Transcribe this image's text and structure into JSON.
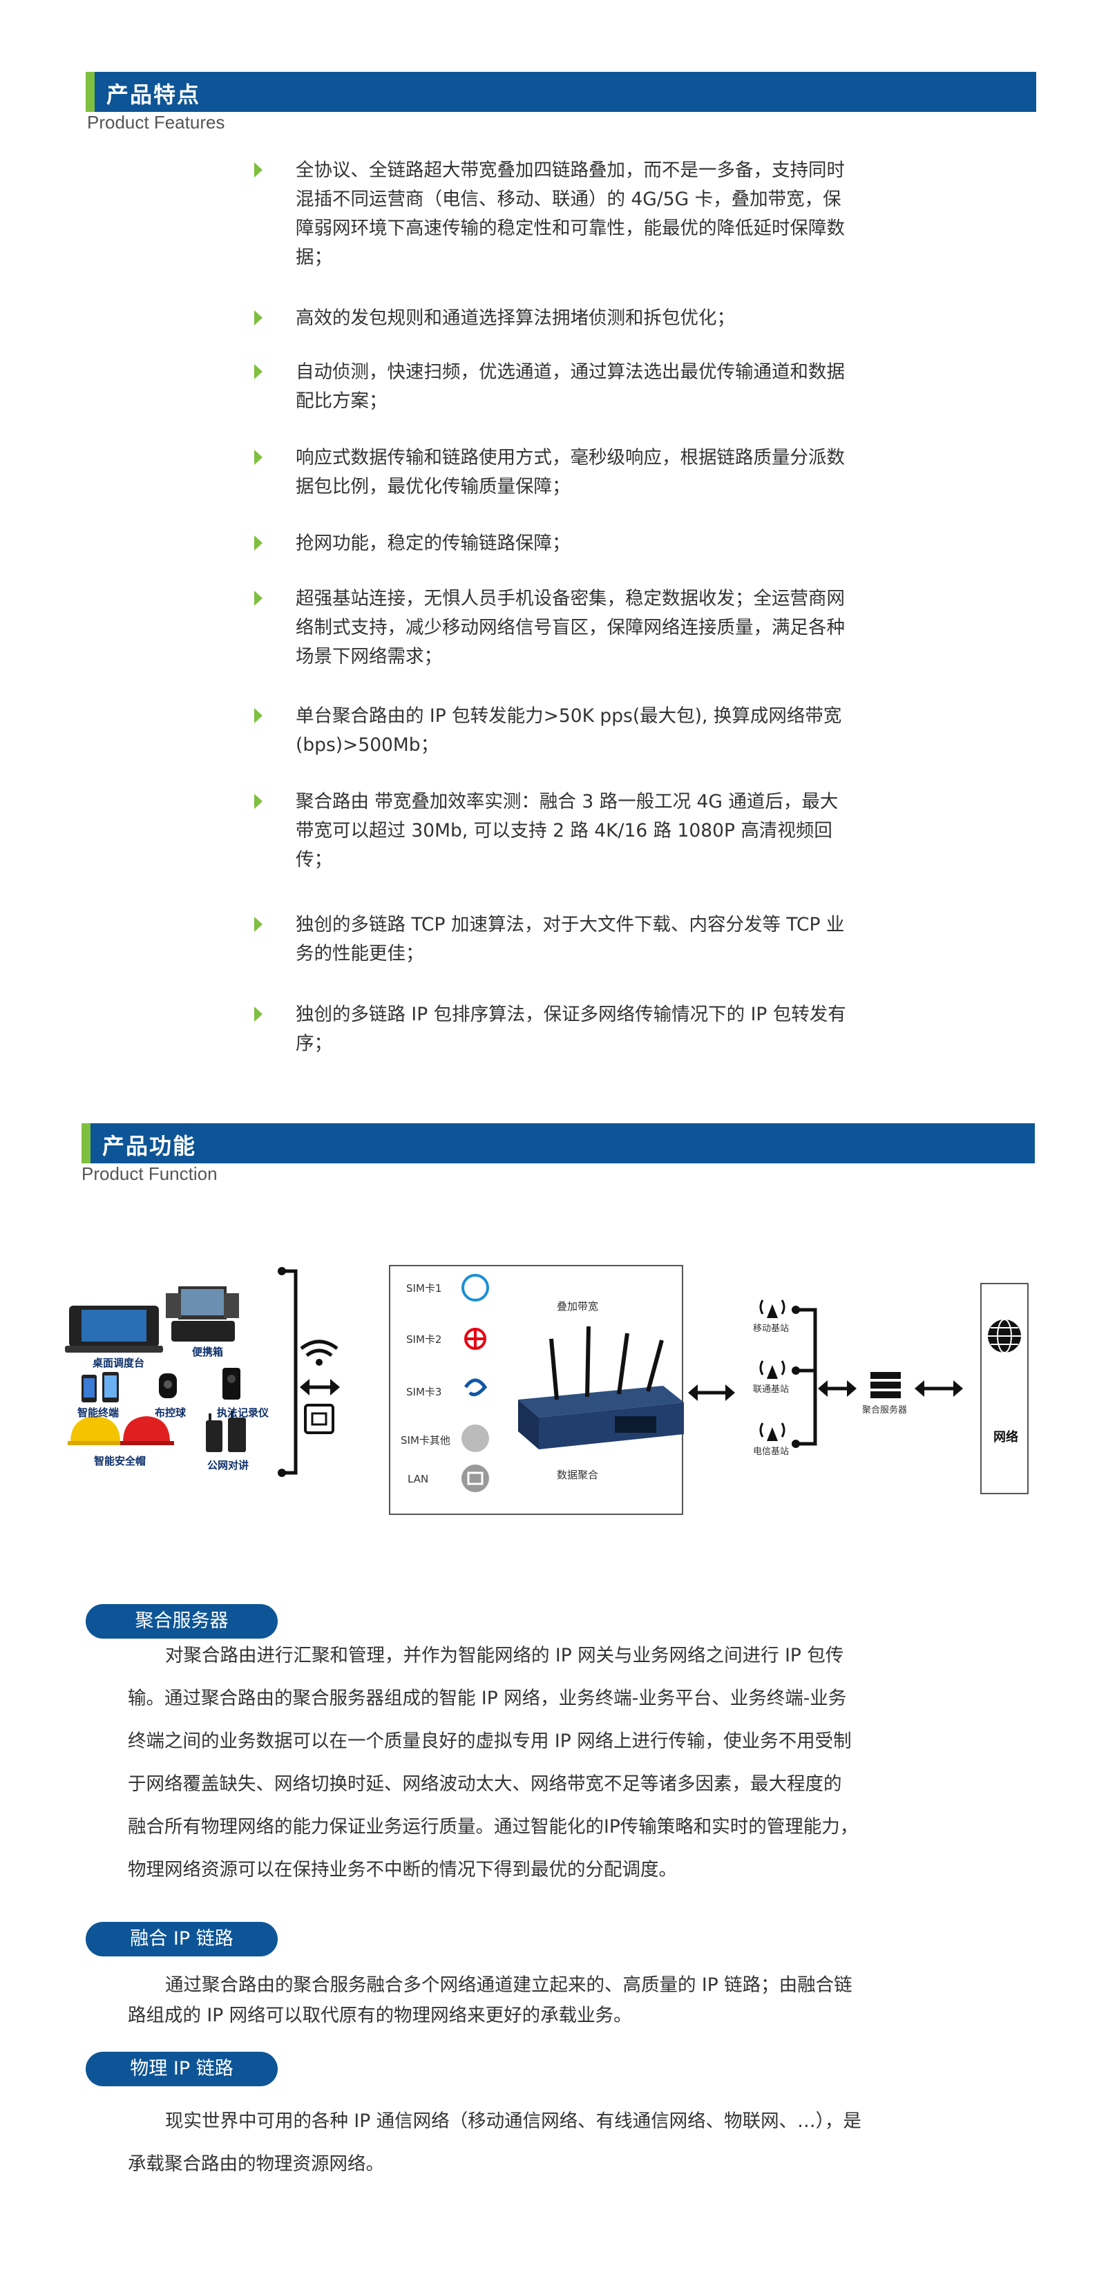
{
  "section1": {
    "title": "产品特点",
    "subtitle": "Product Features",
    "items": [
      "全协议、全链路超大带宽叠加四链路叠加，而不是一多备，支持同时混插不同运营商（电信、移动、联通）的 4G/5G 卡，叠加带宽，保障弱网环境下高速传输的稳定性和可靠性，能最优的降低延时保障数据；",
      "高效的发包规则和通道选择算法拥堵侦测和拆包优化；",
      "自动侦测，快速扫频，优选通道，通过算法选出最优传输通道和数据配比方案；",
      "响应式数据传输和链路使用方式，毫秒级响应，根据链路质量分派数据包比例，最优化传输质量保障；",
      "抢网功能，稳定的传输链路保障；",
      "超强基站连接，无惧人员手机设备密集，稳定数据收发；全运营商网络制式支持，减少移动网络信号盲区，保障网络连接质量，满足各种场景下网络需求；",
      "单台聚合路由的 IP 包转发能力>50K pps(最大包), 换算成网络带宽(bps)>500Mb；",
      "聚合路由 带宽叠加效率实测：融合 3 路一般工况 4G 通道后，最大带宽可以超过 30Mb, 可以支持 2 路 4K/16 路 1080P 高清视频回传；",
      "独创的多链路 TCP 加速算法，对于大文件下载、内容分发等 TCP 业务的性能更佳；",
      "独创的多链路 IP 包排序算法，保证多网络传输情况下的 IP 包转发有序；"
    ]
  },
  "section2": {
    "title": "产品功能",
    "subtitle": "Product Function"
  },
  "diagram": {
    "devices": {
      "desk_console": "桌面调度台",
      "portable_box": "便携箱",
      "smart_terminal": "智能终端",
      "deploy_ball": "布控球",
      "law_recorder": "执法记录仪",
      "smart_helmet": "智能安全帽",
      "public_talk": "公网对讲"
    },
    "sim_labels": [
      "SIM卡1",
      "SIM卡2",
      "SIM卡3",
      "SIM卡其他",
      "LAN"
    ],
    "overlay_bandwidth": "叠加带宽",
    "data_aggregation": "数据聚合",
    "stations": [
      "移动基站",
      "联通基站",
      "电信基站"
    ],
    "server": "聚合服务器",
    "network": "网络",
    "colors": {
      "blue": "#0d5596",
      "green": "#7fbf3f",
      "mobile": "#1c8fd4",
      "unicom": "#e60012",
      "telecom": "#1057a8"
    }
  },
  "blocks": [
    {
      "title": "聚合服务器",
      "lines": [
        "对聚合路由进行汇聚和管理，并作为智能网络的 IP 网关与业务网络之间进行 IP 包传",
        "输。通过聚合路由的聚合服务器组成的智能 IP 网络，业务终端-业务平台、业务终端-业务",
        "终端之间的业务数据可以在一个质量良好的虚拟专用 IP 网络上进行传输，使业务不用受制",
        "于网络覆盖缺失、网络切换时延、网络波动太大、网络带宽不足等诸多因素，最大程度的",
        "融合所有物理网络的能力保证业务运行质量。通过智能化的IP传输策略和实时的管理能力，",
        "物理网络资源可以在保持业务不中断的情况下得到最优的分配调度。"
      ]
    },
    {
      "title": "融合 IP 链路",
      "lines": [
        "通过聚合路由的聚合服务融合多个网络通道建立起来的、高质量的 IP 链路；由融合链",
        "路组成的 IP 网络可以取代原有的物理网络来更好的承载业务。"
      ]
    },
    {
      "title": "物理 IP 链路",
      "lines": [
        "现实世界中可用的各种 IP 通信网络（移动通信网络、有线通信网络、物联网、…），是",
        "承载聚合路由的物理资源网络。"
      ]
    }
  ]
}
